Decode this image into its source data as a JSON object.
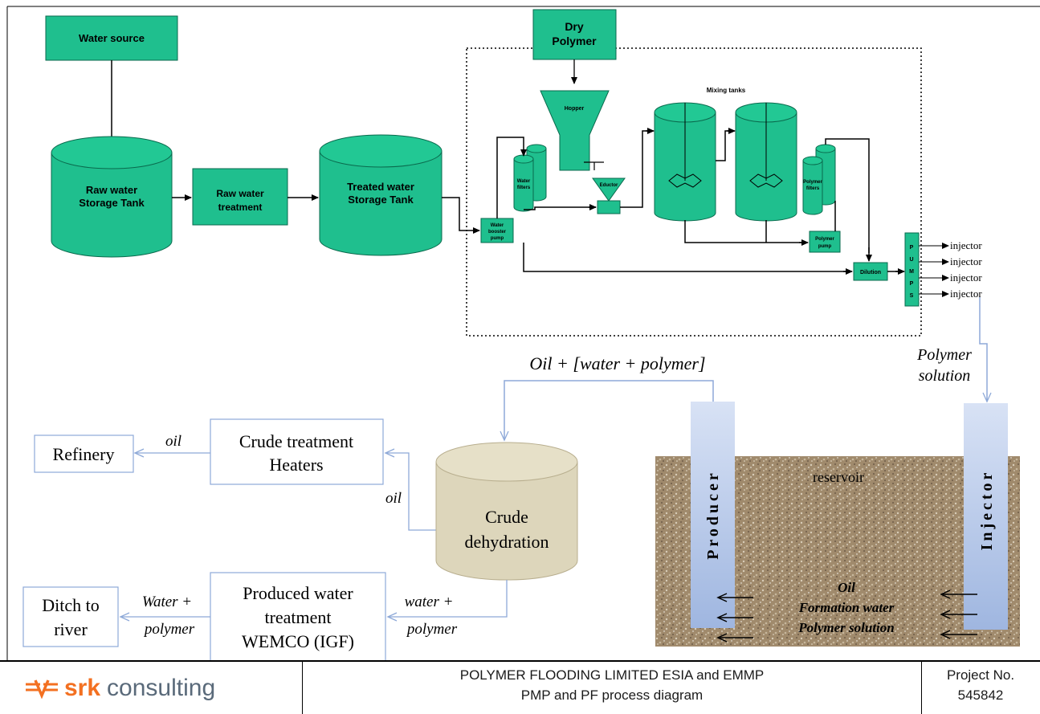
{
  "blocks": {
    "water_source": "Water source",
    "raw_tank_1": "Raw water",
    "raw_tank_2": "Storage Tank",
    "raw_treat_1": "Raw water",
    "raw_treat_2": "treatment",
    "treated_tank_1": "Treated water",
    "treated_tank_2": "Storage Tank",
    "dry_polymer_1": "Dry",
    "dry_polymer_2": "Polymer",
    "mixing_tanks": "Mixing tanks",
    "hopper": "Hopper",
    "eductor": "Eductor",
    "water_filters_1": "Water",
    "water_filters_2": "filters",
    "polymer_filters_1": "Polymer",
    "polymer_filters_2": "filters",
    "booster_1": "Water",
    "booster_2": "booster",
    "booster_3": "pump",
    "polymer_pump_1": "Polymer",
    "polymer_pump_2": "pump",
    "dilution": "Dilution",
    "pumps_letters": [
      "P",
      "U",
      "M",
      "P",
      "S"
    ],
    "injector_outlets": [
      "injector",
      "injector",
      "injector",
      "injector"
    ]
  },
  "flow": {
    "oil_water_polymer": "Oil + [water + polymer]",
    "polymer_solution_1": "Polymer",
    "polymer_solution_2": "solution",
    "refinery": "Refinery",
    "oil_left": "oil",
    "crude_treatment_1": "Crude treatment",
    "crude_treatment_2": "Heaters",
    "oil_down": "oil",
    "crude_dehydration_1": "Crude",
    "crude_dehydration_2": "dehydration",
    "ditch_1": "Ditch to",
    "ditch_2": "river",
    "water_polymer_left_1": "Water +",
    "water_polymer_left_2": "polymer",
    "produced_water_1": "Produced water",
    "produced_water_2": "treatment",
    "produced_water_3": "WEMCO (IGF)",
    "water_polymer_right_1": "water +",
    "water_polymer_right_2": "polymer"
  },
  "reservoir": {
    "label": "reservoir",
    "producer": "Producer",
    "injector": "Injector",
    "oil": "Oil",
    "formation_water": "Formation water",
    "polymer_solution": "Polymer solution"
  },
  "footer": {
    "logo_text": "srk",
    "logo_sub": "consulting",
    "title_line1": "POLYMER FLOODING LIMITED ESIA and EMMP",
    "title_line2": "PMP and PF process diagram",
    "project_label": "Project No.",
    "project_number": "545842"
  },
  "colors": {
    "process_green": "#1fbf8e",
    "tan": "#ddd6bb",
    "well_blue": "#9fb6e0",
    "arrow_blue": "#8ea9d8",
    "logo_orange": "#f37021"
  }
}
